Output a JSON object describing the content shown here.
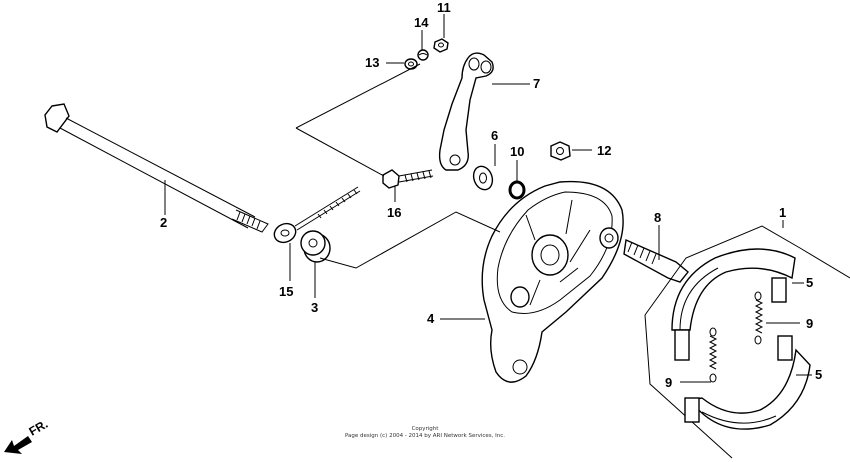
{
  "callouts": {
    "c1": "1",
    "c2": "2",
    "c3": "3",
    "c4": "4",
    "c5a": "5",
    "c5b": "5",
    "c6": "6",
    "c7": "7",
    "c8": "8",
    "c9a": "9",
    "c9b": "9",
    "c10": "10",
    "c11": "11",
    "c12": "12",
    "c13": "13",
    "c14": "14",
    "c15": "15",
    "c16": "16"
  },
  "direction": {
    "label": "FR."
  },
  "copyright": {
    "line1": "Copyright",
    "line2": "Page design (c) 2004 - 2014 by ARI Network Services, Inc."
  },
  "icons": {
    "front_arrow": "arrow-down-left-icon"
  }
}
